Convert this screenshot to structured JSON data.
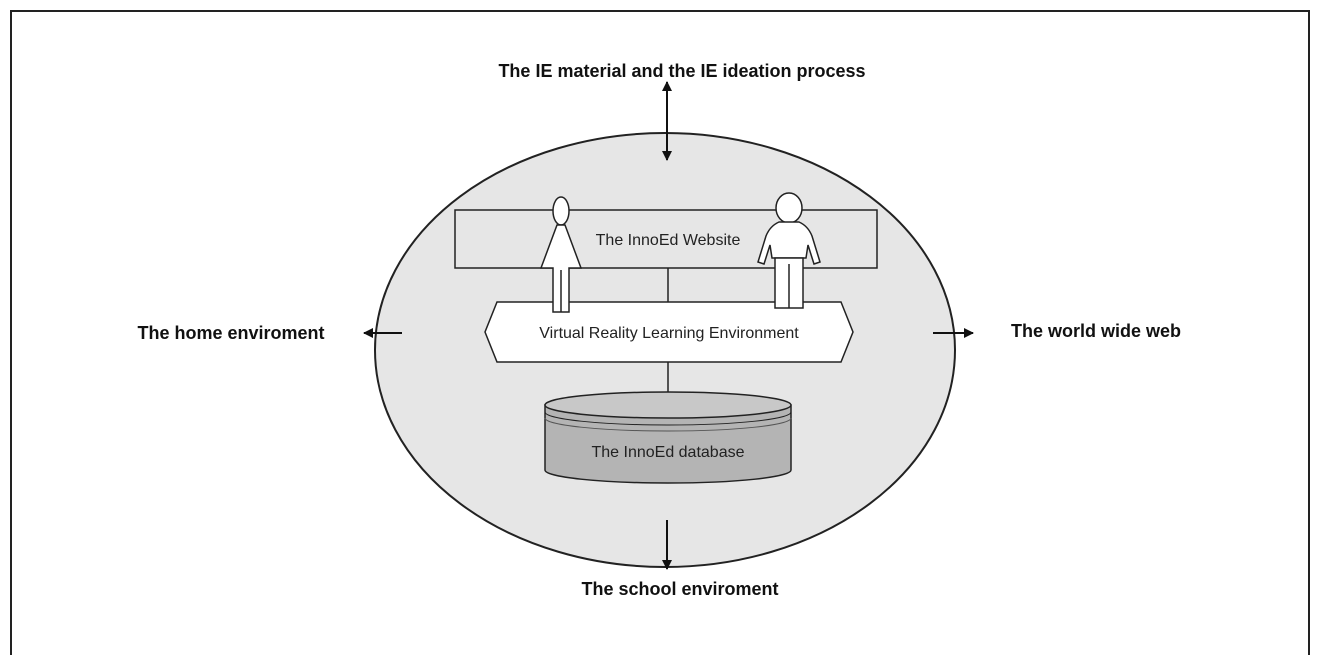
{
  "labels": {
    "top": "The IE material and the IE ideation process",
    "left": "The home enviroment",
    "right": "The world wide web",
    "bottom": "The school enviroment"
  },
  "components": {
    "website": "The InnoEd Website",
    "vrle": "Virtual Reality Learning Environment",
    "database": "The InnoEd database"
  },
  "colors": {
    "ellipse_fill": "#e6e6e6",
    "box_fill": "#e6e6e6",
    "database_body": "#b4b4b4",
    "database_top": "#c8c8c8",
    "stroke": "#222222"
  }
}
